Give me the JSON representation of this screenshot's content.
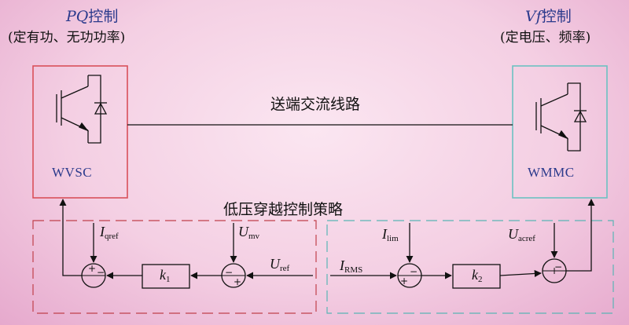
{
  "left": {
    "title_italic": "PQ",
    "title_suffix": "控制",
    "subtitle": "(定有功、无功功率)",
    "box_label": "WVSC",
    "loop": {
      "input_i": "I",
      "input_i_sub": "qref",
      "input_u": "U",
      "input_u_sub": "mv",
      "ref_u": "U",
      "ref_u_sub": "ref",
      "k": "k",
      "k_sub": "1"
    }
  },
  "right": {
    "title_italic": "Vf",
    "title_suffix": "控制",
    "subtitle": "(定电压、频率)",
    "box_label": "WMMC",
    "loop": {
      "ilim": "I",
      "ilim_sub": "lim",
      "irms": "I",
      "irms_sub": "RMS",
      "uacref": "U",
      "uacref_sub": "acref",
      "k": "k",
      "k_sub": "2"
    }
  },
  "line_label": "送端交流线路",
  "strategy_label": "低压穿越控制策略",
  "colors": {
    "left_box": "#d9505a",
    "right_box": "#6cc2c2",
    "left_dash": "#c0404b",
    "right_dash": "#5ab5b5"
  }
}
